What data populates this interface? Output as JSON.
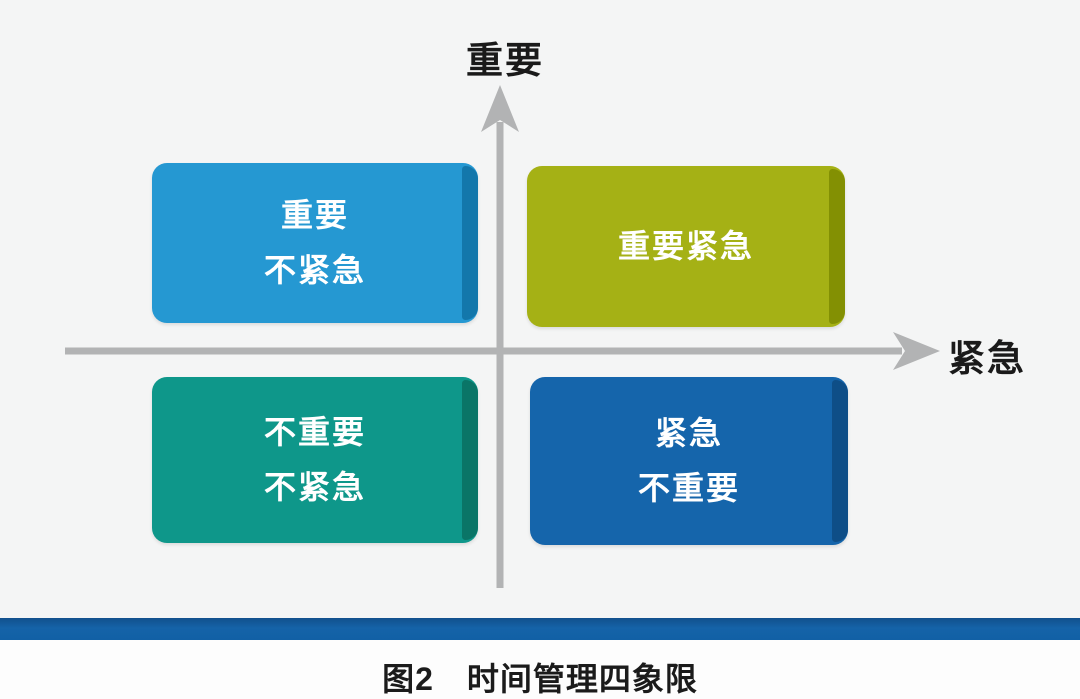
{
  "figure": {
    "axis": {
      "y_label": "重要",
      "x_label": "紧急"
    },
    "quadrants": {
      "top_left": {
        "line1": "重要",
        "line2": "不紧急"
      },
      "top_right": {
        "line1": "重要紧急"
      },
      "bottom_left": {
        "line1": "不重要",
        "line2": "不紧急"
      },
      "bottom_right": {
        "line1": "紧急",
        "line2": "不重要"
      }
    },
    "caption": "图2　时间管理四象限"
  },
  "colors": {
    "top_left_face": "#2598d2",
    "top_left_edge": "#1377ab",
    "top_right_face": "#a5b115",
    "top_right_edge": "#839003",
    "bottom_left_face": "#0e978a",
    "bottom_left_edge": "#0a7567",
    "bottom_right_face": "#1565ab",
    "bottom_right_edge": "#0e4e87",
    "axis_gray": "#b2b3b4",
    "bottom_bar_blue": "#1563a8",
    "quadrant_text": "#ffffff",
    "label_text": "#1a1a1a"
  },
  "icons": {
    "up_arrow": "y-axis-arrow-icon",
    "right_arrow": "x-axis-arrow-icon"
  }
}
